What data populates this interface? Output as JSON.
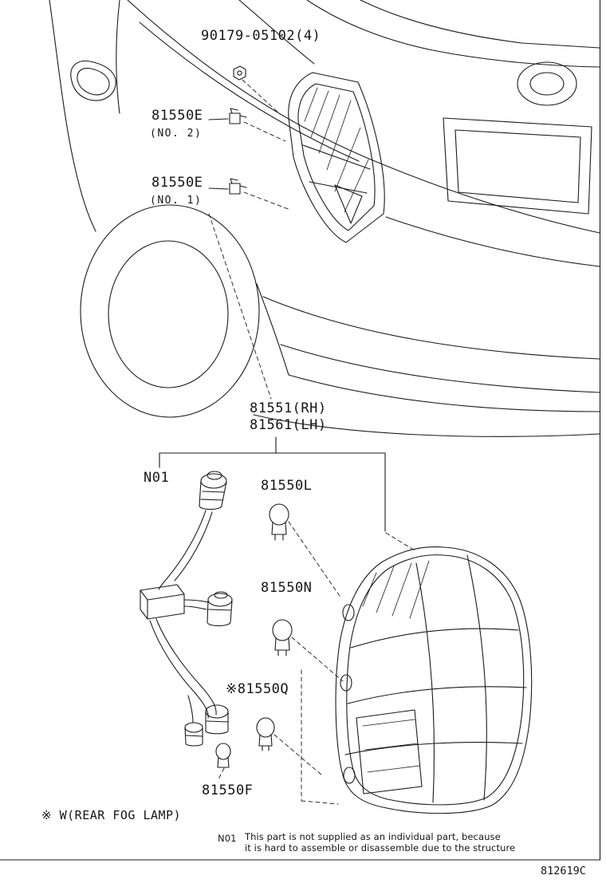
{
  "page": {
    "doc_code": "812619C"
  },
  "colors": {
    "ink": "#1a1a1a",
    "background": "#ffffff"
  },
  "labels": {
    "screw": "90179-05102(4)",
    "socket_no2": "81550E",
    "socket_no2_sub": "(NO. 2)",
    "socket_no1": "81550E",
    "socket_no1_sub": "(NO. 1)",
    "lamp_rh": "81551(RH)",
    "lamp_lh": "81561(LH)",
    "harness_ref": "N01",
    "bulb_l": "81550L",
    "bulb_n": "81550N",
    "bulb_q": "※81550Q",
    "bulb_f": "81550F"
  },
  "footnotes": {
    "fog_lamp": "※ W(REAR FOG LAMP)",
    "n01_code": "N01",
    "n01_line1": "This part is not supplied as an individual part, because",
    "n01_line2": "it is hard to assemble or disassemble due to the structure"
  }
}
